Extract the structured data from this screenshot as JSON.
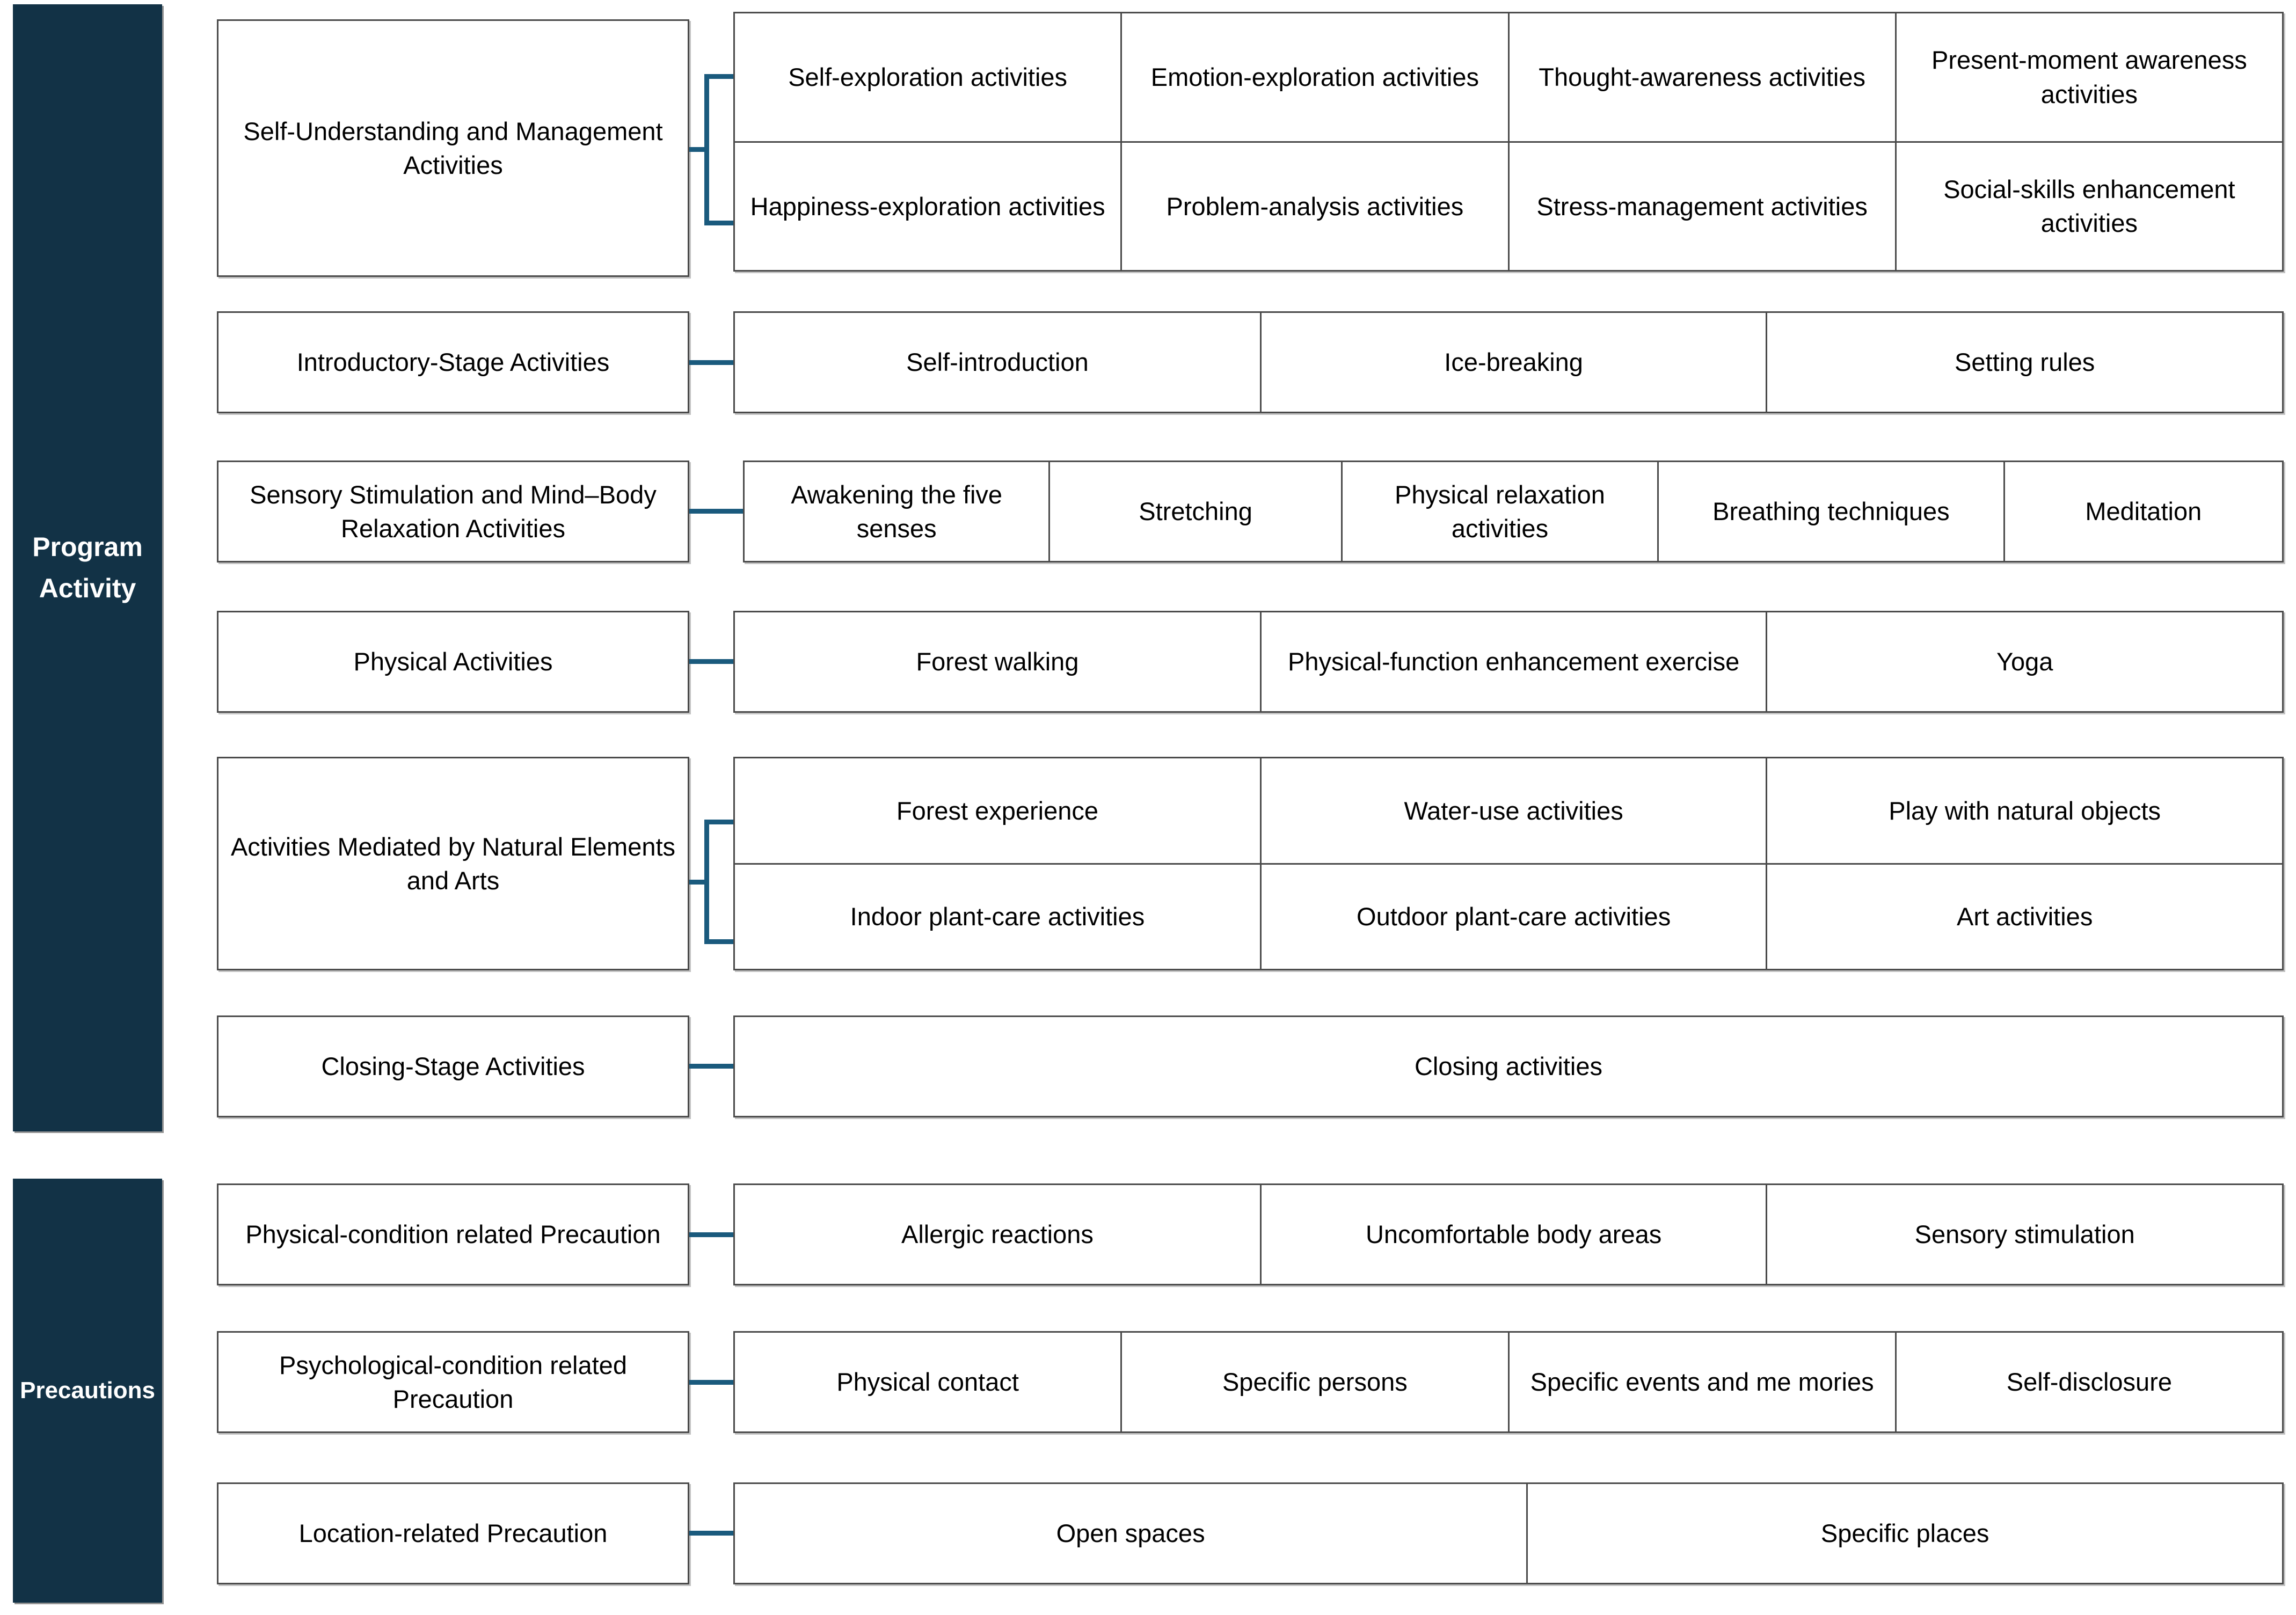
{
  "sections": [
    {
      "id": "program-activity",
      "label": "Program\nActivity",
      "label_line1": "Program",
      "label_line2": "Activity",
      "color": "#123246",
      "rows": [
        {
          "parent": "Self-Understanding and Management Activities",
          "layout": "2x4",
          "children": [
            "Self-exploration activities",
            "Emotion-exploration activities",
            "Thought-awareness activities",
            "Present-moment awareness activities",
            "Happiness-exploration activities",
            "Problem-analysis activities",
            "Stress-management activities",
            "Social-skills enhancement activities"
          ]
        },
        {
          "parent": "Introductory-Stage Activities",
          "layout": "1x3",
          "children": [
            "Self-introduction",
            "Ice-breaking",
            "Setting rules"
          ]
        },
        {
          "parent": "Sensory Stimulation and Mind–Body Relaxation Activities",
          "layout": "1x5",
          "children": [
            "Awakening the five senses",
            "Stretching",
            "Physical relaxation activities",
            "Breathing techniques",
            "Meditation"
          ]
        },
        {
          "parent": "Physical Activities",
          "layout": "1x3",
          "children": [
            "Forest walking",
            "Physical-function enhancement exercise",
            "Yoga"
          ]
        },
        {
          "parent": "Activities Mediated by Natural Elements and Arts",
          "layout": "2x3",
          "children": [
            "Forest experience",
            "Water-use activities",
            "Play with natural objects",
            "Indoor plant-care activities",
            "Outdoor plant-care activities",
            "Art activities"
          ]
        },
        {
          "parent": "Closing-Stage Activities",
          "layout": "1x1",
          "children": [
            "Closing activities"
          ]
        }
      ]
    },
    {
      "id": "precautions",
      "label": "Precautions",
      "label_line1": "Precautions",
      "label_line2": "",
      "color": "#123246",
      "rows": [
        {
          "parent": "Physical-condition related Precaution",
          "layout": "1x3",
          "children": [
            "Allergic reactions",
            "Uncomfortable body areas",
            "Sensory stimulation"
          ]
        },
        {
          "parent": "Psychological-condition related Precaution",
          "layout": "1x4",
          "children": [
            "Physical contact",
            "Specific persons",
            "Specific events and me mories",
            "Self-disclosure"
          ]
        },
        {
          "parent": "Location-related Precaution",
          "layout": "1x2",
          "children": [
            "Open spaces",
            "Specific places"
          ]
        }
      ]
    }
  ],
  "colors": {
    "rail": "#123246",
    "connector": "#1a5a7d",
    "box_border": "#4a4a4a",
    "box_fill": "#ffffff",
    "text": "#000000"
  }
}
